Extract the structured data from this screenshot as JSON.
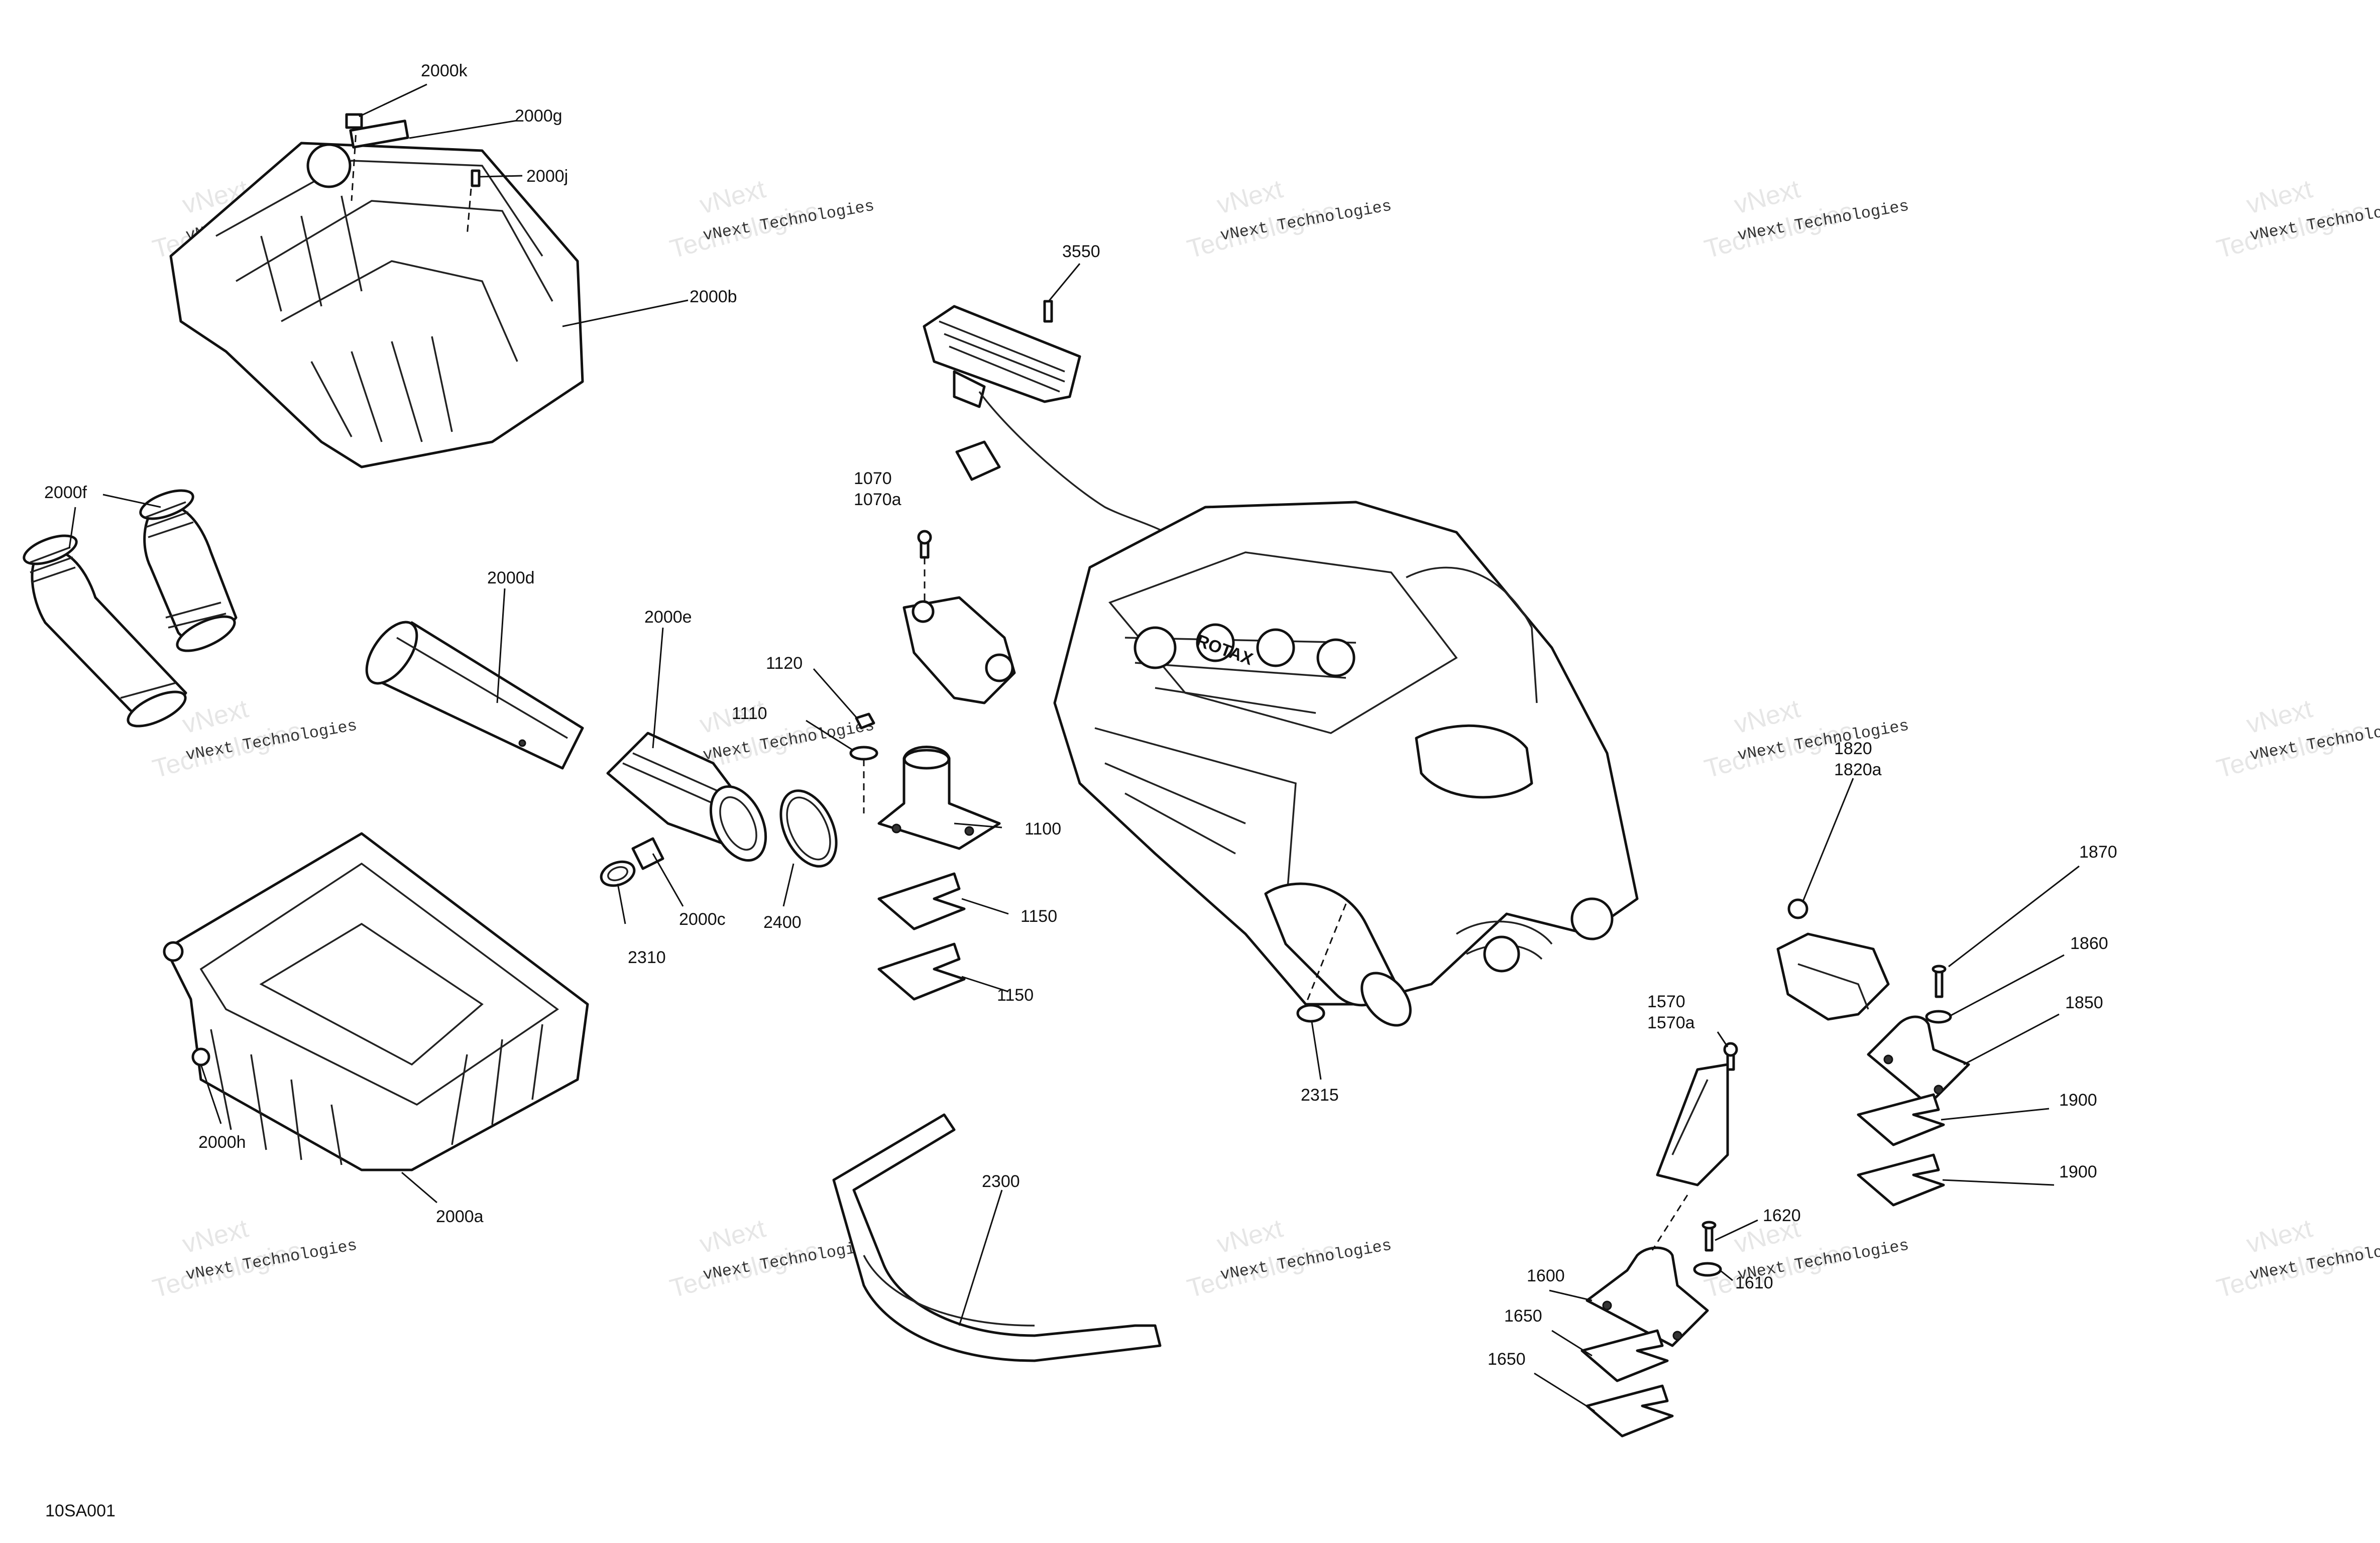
{
  "diagram": {
    "reference_code": "10SA001",
    "engine_logo": "ROTAX",
    "watermark": {
      "line1": "vNext Technologies",
      "line2a": "vNext",
      "line2b": "Technologies"
    },
    "callouts": [
      {
        "id": "2000k",
        "label": "2000k"
      },
      {
        "id": "2000g",
        "label": "2000g"
      },
      {
        "id": "2000j",
        "label": "2000j"
      },
      {
        "id": "2000b",
        "label": "2000b"
      },
      {
        "id": "2000f",
        "label": "2000f"
      },
      {
        "id": "2000d",
        "label": "2000d"
      },
      {
        "id": "2000e",
        "label": "2000e"
      },
      {
        "id": "2000c",
        "label": "2000c"
      },
      {
        "id": "2310",
        "label": "2310"
      },
      {
        "id": "2400",
        "label": "2400"
      },
      {
        "id": "2000h",
        "label": "2000h"
      },
      {
        "id": "2000a",
        "label": "2000a"
      },
      {
        "id": "3550",
        "label": "3550"
      },
      {
        "id": "1070",
        "label": "1070"
      },
      {
        "id": "1070a",
        "label": "1070a"
      },
      {
        "id": "1120",
        "label": "1120"
      },
      {
        "id": "1110",
        "label": "1110"
      },
      {
        "id": "1100",
        "label": "1100"
      },
      {
        "id": "1150a",
        "label": "1150"
      },
      {
        "id": "1150b",
        "label": "1150"
      },
      {
        "id": "2315",
        "label": "2315"
      },
      {
        "id": "2300",
        "label": "2300"
      },
      {
        "id": "1820",
        "label": "1820"
      },
      {
        "id": "1820a",
        "label": "1820a"
      },
      {
        "id": "1870",
        "label": "1870"
      },
      {
        "id": "1860",
        "label": "1860"
      },
      {
        "id": "1850",
        "label": "1850"
      },
      {
        "id": "1900a",
        "label": "1900"
      },
      {
        "id": "1900b",
        "label": "1900"
      },
      {
        "id": "1570",
        "label": "1570"
      },
      {
        "id": "1570a",
        "label": "1570a"
      },
      {
        "id": "1620",
        "label": "1620"
      },
      {
        "id": "1610",
        "label": "1610"
      },
      {
        "id": "1600",
        "label": "1600"
      },
      {
        "id": "1650a",
        "label": "1650"
      },
      {
        "id": "1650b",
        "label": "1650"
      }
    ]
  }
}
